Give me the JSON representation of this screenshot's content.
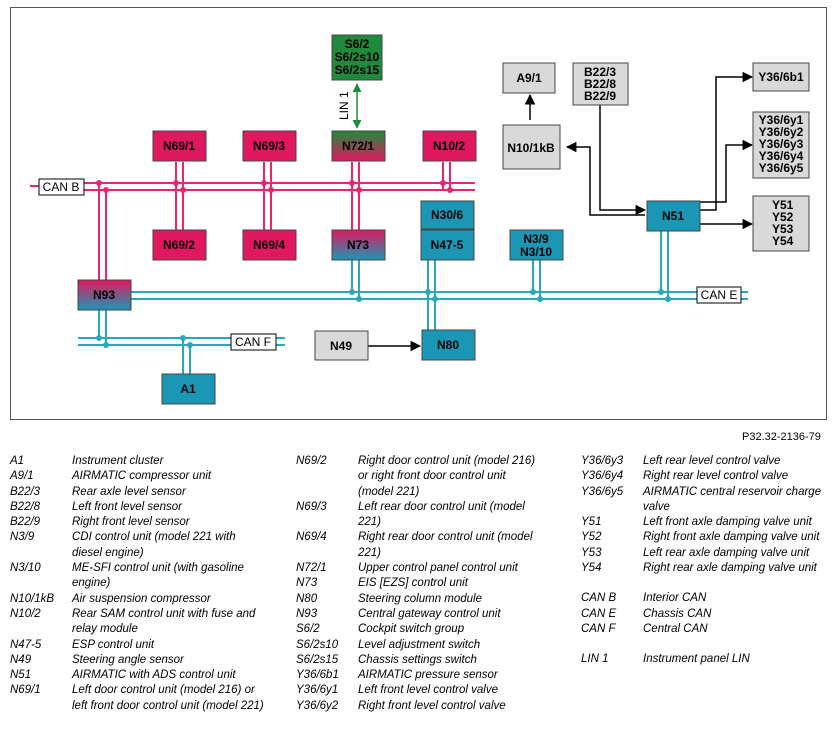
{
  "figure_ref": "P32.32-2136-79",
  "colors": {
    "can_b": "#e8256f",
    "can_e": "#2aa6bd",
    "lin": "#1f8a3c",
    "red_box": "#e0185f",
    "teal_box": "#1b97b5",
    "green_box": "#1f8a3c",
    "grey_box": "#d9d9d9"
  },
  "boxes": {
    "s6_2": [
      "S6/2",
      "S6/2s10",
      "S6/2s15"
    ],
    "a9_1": "A9/1",
    "b22": [
      "B22/3",
      "B22/8",
      "B22/9"
    ],
    "y36_6b1": "Y36/6b1",
    "y36_6y": [
      "Y36/6y1",
      "Y36/6y2",
      "Y36/6y3",
      "Y36/6y4",
      "Y36/6y5"
    ],
    "y5x": [
      "Y51",
      "Y52",
      "Y53",
      "Y54"
    ],
    "n69_1": "N69/1",
    "n69_3": "N69/3",
    "n72_1": "N72/1",
    "n10_2": "N10/2",
    "n10_1kb": "N10/1kB",
    "n30_6": "N30/6",
    "n51": "N51",
    "n69_2": "N69/2",
    "n69_4": "N69/4",
    "n73": "N73",
    "n47_5": "N47-5",
    "n3": [
      "N3/9",
      "N3/10"
    ],
    "n93": "N93",
    "n49": "N49",
    "n80": "N80",
    "a1": "A1"
  },
  "bus_labels": {
    "can_b": "CAN B",
    "can_e": "CAN E",
    "can_f": "CAN F",
    "lin1": "LIN 1"
  },
  "legend": {
    "col1": [
      {
        "code": "A1",
        "desc": "Instrument cluster"
      },
      {
        "code": "A9/1",
        "desc": "AIRMATIC compressor unit"
      },
      {
        "code": "B22/3",
        "desc": "Rear axle level sensor"
      },
      {
        "code": "B22/8",
        "desc": "Left front level sensor"
      },
      {
        "code": "B22/9",
        "desc": "Right front level sensor"
      },
      {
        "code": "N3/9",
        "desc": "CDI control unit (model 221 with diesel engine)"
      },
      {
        "code": "N3/10",
        "desc": "ME-SFI control unit (with gasoline engine)"
      },
      {
        "code": "N10/1kB",
        "desc": "Air suspension compressor"
      },
      {
        "code": "N10/2",
        "desc": "Rear SAM control unit with fuse and relay module"
      },
      {
        "code": "N47-5",
        "desc": "ESP control unit"
      },
      {
        "code": "N49",
        "desc": "Steering angle sensor"
      },
      {
        "code": "N51",
        "desc": "AIRMATIC with ADS control unit"
      },
      {
        "code": "N69/1",
        "desc": "Left door control unit (model 216) or left front door control unit (model 221)"
      }
    ],
    "col2": [
      {
        "code": "N69/2",
        "desc": "Right door control unit (model 216) or right front door control unit (model 221)"
      },
      {
        "code": "N69/3",
        "desc": "Left rear door control unit (model 221)"
      },
      {
        "code": "N69/4",
        "desc": "Right rear door control unit (model 221)"
      },
      {
        "code": "N72/1",
        "desc": "Upper control panel control unit"
      },
      {
        "code": "N73",
        "desc": "EIS [EZS] control unit"
      },
      {
        "code": "N80",
        "desc": "Steering column module"
      },
      {
        "code": "N93",
        "desc": "Central gateway control unit"
      },
      {
        "code": "S6/2",
        "desc": "Cockpit switch group"
      },
      {
        "code": "S6/2s10",
        "desc": "Level adjustment switch"
      },
      {
        "code": "S6/2s15",
        "desc": "Chassis settings switch"
      },
      {
        "code": "Y36/6b1",
        "desc": "AIRMATIC pressure sensor"
      },
      {
        "code": "Y36/6y1",
        "desc": "Left front level control valve"
      },
      {
        "code": "Y36/6y2",
        "desc": "Right front level control valve"
      }
    ],
    "col3": [
      {
        "code": "Y36/6y3",
        "desc": "Left rear level control valve"
      },
      {
        "code": "Y36/6y4",
        "desc": "Right rear level control valve"
      },
      {
        "code": "Y36/6y5",
        "desc": "AIRMATIC central reservoir charge valve"
      },
      {
        "code": "Y51",
        "desc": "Left front axle damping valve unit"
      },
      {
        "code": "Y52",
        "desc": "Right front axle damping valve unit"
      },
      {
        "code": "Y53",
        "desc": "Left rear axle damping valve unit"
      },
      {
        "code": "Y54",
        "desc": "Right rear axle damping valve unit"
      },
      {
        "code": "",
        "desc": ""
      },
      {
        "code": "CAN B",
        "desc": "Interior CAN"
      },
      {
        "code": "CAN E",
        "desc": "Chassis CAN"
      },
      {
        "code": "CAN F",
        "desc": "Central CAN"
      },
      {
        "code": "",
        "desc": ""
      },
      {
        "code": "LIN 1",
        "desc": "Instrument panel LIN"
      }
    ]
  }
}
